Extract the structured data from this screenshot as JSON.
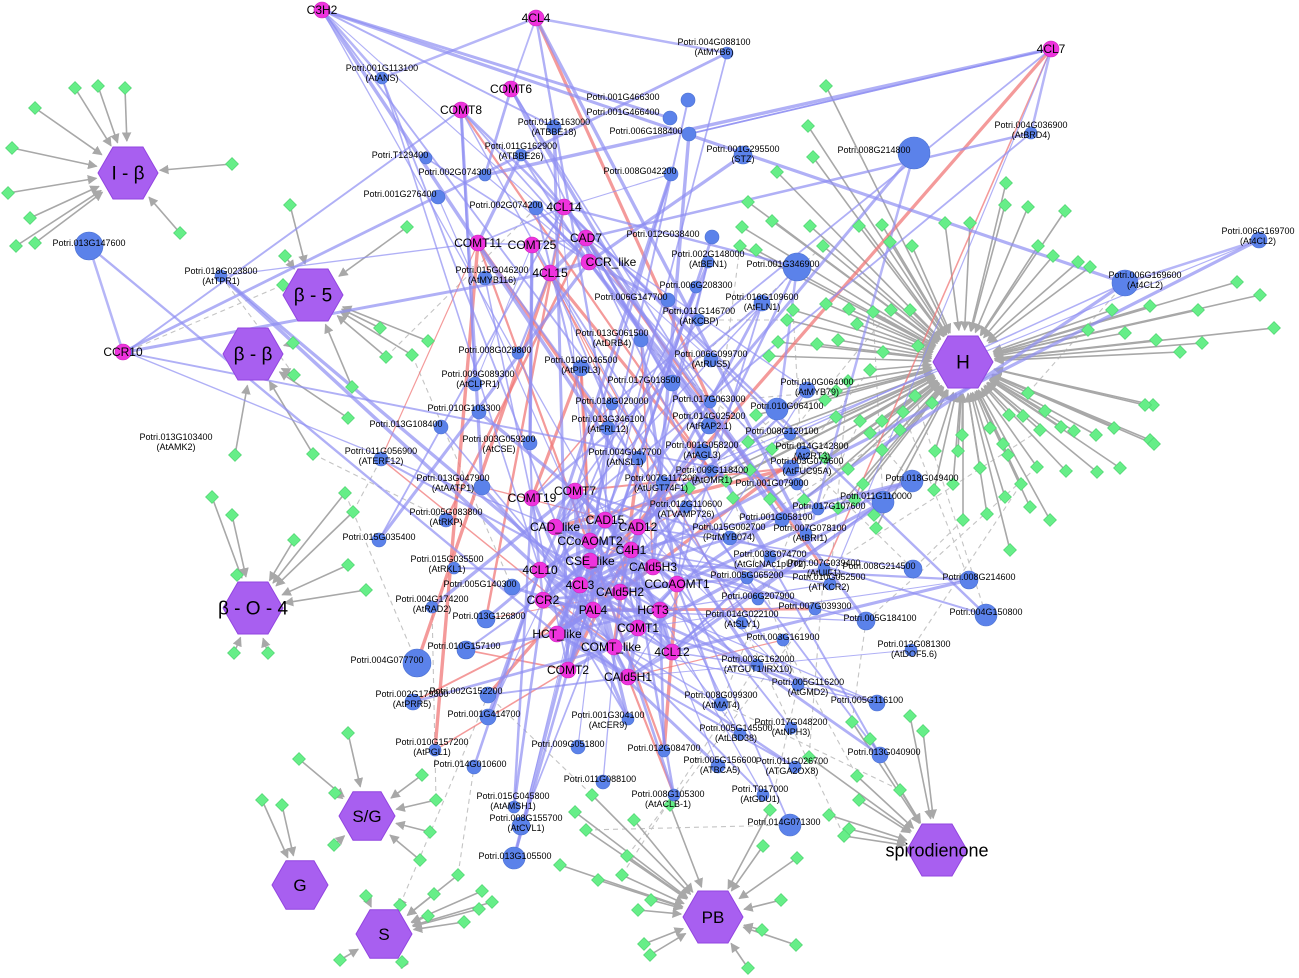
{
  "colors": {
    "hub": "#a85ff0",
    "hub_stroke": "#9245e0",
    "enzyme": "#ee33dd",
    "gene": "#5b82ea",
    "metabolite": "#66ee88",
    "edge_blue": "#8f8ff2",
    "edge_red": "#f07878",
    "edge_grey": "#a8a8a8",
    "edge_dashed": "#c4c4c4",
    "background": "#ffffff"
  },
  "hubs": [
    {
      "id": "i_beta",
      "label": "I - β"
    },
    {
      "id": "beta5",
      "label": "β - 5"
    },
    {
      "id": "betabeta",
      "label": "β - β"
    },
    {
      "id": "betaO4",
      "label": "β - O - 4"
    },
    {
      "id": "H",
      "label": "H"
    },
    {
      "id": "SG",
      "label": "S/G"
    },
    {
      "id": "G",
      "label": "G"
    },
    {
      "id": "S",
      "label": "S"
    },
    {
      "id": "PB",
      "label": "PB"
    },
    {
      "id": "spiro",
      "label": "spirodienone"
    }
  ],
  "enzymes": [
    "C3H2",
    "4CL4",
    "4CL7",
    "COMT6",
    "COMT8",
    "4CL14",
    "COMT11",
    "COMT25",
    "CAD7",
    "CCR_like",
    "4CL15",
    "CCR10",
    "COMT19",
    "COMT7",
    "CAD15",
    "CAD12",
    "CAD_like",
    "CCoAOMT2",
    "C4H1",
    "CSE_like",
    "CAld5H3",
    "4CL10",
    "4CL3",
    "CAld5H2",
    "CCoAOMT1",
    "CCR2",
    "PAL4",
    "HCT3",
    "COMT1",
    "HCT_like",
    "COMT_like",
    "4CL12",
    "COMT2",
    "CAld5H1"
  ],
  "genes": [
    {
      "name": "Potri.001G113100",
      "alias": "(AtANS)"
    },
    {
      "name": "Potri.004G088100",
      "alias": "(AtMYB6)"
    },
    {
      "name": "Potri.004G036900",
      "alias": "(AtBRD4)"
    },
    {
      "name": "Potri.001G466300",
      "alias": ""
    },
    {
      "name": "Potri.001G466400",
      "alias": ""
    },
    {
      "name": "Potri.011G163000",
      "alias": "(ATBBE18)"
    },
    {
      "name": "Potri.011G162900",
      "alias": "(ATBBE26)"
    },
    {
      "name": "Potri.006G188400",
      "alias": ""
    },
    {
      "name": "Potri.001G295500",
      "alias": "(STZ)"
    },
    {
      "name": "Potri.008G214800",
      "alias": ""
    },
    {
      "name": "Potri.T129400",
      "alias": ""
    },
    {
      "name": "Potri.002G074300",
      "alias": ""
    },
    {
      "name": "Potri.008G042200",
      "alias": ""
    },
    {
      "name": "Potri.001G276400",
      "alias": ""
    },
    {
      "name": "Potri.002G074200",
      "alias": ""
    },
    {
      "name": "Potri.012G038400",
      "alias": ""
    },
    {
      "name": "Potri.013G147600",
      "alias": ""
    },
    {
      "name": "Potri.006G169700",
      "alias": "(At4CL2)"
    },
    {
      "name": "Potri.002G148000",
      "alias": "(AtBEN1)"
    },
    {
      "name": "Potri.018G023800",
      "alias": "(AtTPR1)"
    },
    {
      "name": "Potri.015G046200",
      "alias": "(AtMYB116)"
    },
    {
      "name": "Potri.001G346900",
      "alias": ""
    },
    {
      "name": "Potri.006G169600",
      "alias": "(At4CL2)"
    },
    {
      "name": "Potri.006G208300",
      "alias": ""
    },
    {
      "name": "Potri.006G147700",
      "alias": ""
    },
    {
      "name": "Potri.016G109600",
      "alias": "(AtFLN1)"
    },
    {
      "name": "Potri.011G146700",
      "alias": "(AtKCBP)"
    },
    {
      "name": "Potri.013G061500",
      "alias": "(AtDRB4)"
    },
    {
      "name": "Potri.008G029800",
      "alias": ""
    },
    {
      "name": "Potri.010G046500",
      "alias": "(AtPIRL3)"
    },
    {
      "name": "Potri.006G099700",
      "alias": "(AtRUS5)"
    },
    {
      "name": "Potri.009G089300",
      "alias": "(AtCLPR1)"
    },
    {
      "name": "Potri.017G018500",
      "alias": ""
    },
    {
      "name": "Potri.010G064000",
      "alias": "(AtMYB79)"
    },
    {
      "name": "Potri.010G103300",
      "alias": ""
    },
    {
      "name": "Potri.017G063000",
      "alias": ""
    },
    {
      "name": "Potri.018G020000",
      "alias": ""
    },
    {
      "name": "Potri.010G064100",
      "alias": ""
    },
    {
      "name": "Potri.013G108400",
      "alias": ""
    },
    {
      "name": "Potri.013G346100",
      "alias": "(AtFRL12)"
    },
    {
      "name": "Potri.014G025200",
      "alias": "(AtRAP2.1)"
    },
    {
      "name": "Potri.008G120100",
      "alias": ""
    },
    {
      "name": "Potri.003G059200",
      "alias": "(AtCSE)"
    },
    {
      "name": "Potri.001G058200",
      "alias": "(AtAGL3)"
    },
    {
      "name": "Potri.014G142800",
      "alias": "(At2RT3)"
    },
    {
      "name": "Potri.011G056900",
      "alias": "(ATERF12)"
    },
    {
      "name": "Potri.004G047700",
      "alias": "(AtNSL1)"
    },
    {
      "name": "Potri.003G074600",
      "alias": "(AtFUC95A)"
    },
    {
      "name": "Potri.009G118400",
      "alias": "(AtOMR1)"
    },
    {
      "name": "Potri.018G049400",
      "alias": ""
    },
    {
      "name": "Potri.013G047900",
      "alias": "(AtAATP1)"
    },
    {
      "name": "Potri.007G117200",
      "alias": "(AtUGT74F1)"
    },
    {
      "name": "Potri.001G079000",
      "alias": ""
    },
    {
      "name": "Potri.011G110000",
      "alias": ""
    },
    {
      "name": "Potri.017G107600",
      "alias": ""
    },
    {
      "name": "Potri.012G110600",
      "alias": "(ATVAMP726)"
    },
    {
      "name": "Potri.001G058100",
      "alias": ""
    },
    {
      "name": "Potri.005G083800",
      "alias": "(AtRKP)"
    },
    {
      "name": "Potri.007G078100",
      "alias": "(AtBRI1)"
    },
    {
      "name": "Potri.015G002700",
      "alias": "(PtrMYB074)"
    },
    {
      "name": "Potri.015G035400",
      "alias": ""
    },
    {
      "name": "Potri.003G074700",
      "alias": "(AtGlcNAc1pUT2)"
    },
    {
      "name": "Potri.007G039400",
      "alias": "(AtUIF1)"
    },
    {
      "name": "Potri.015G035500",
      "alias": "(AtRKL1)"
    },
    {
      "name": "Potri.008G214500",
      "alias": ""
    },
    {
      "name": "Potri.005G065200",
      "alias": ""
    },
    {
      "name": "Potri.010G052500",
      "alias": "(ATKCR2)"
    },
    {
      "name": "Potri.008G214600",
      "alias": ""
    },
    {
      "name": "Potri.005G140300",
      "alias": ""
    },
    {
      "name": "Potri.004G174200",
      "alias": "(AtRAD2)"
    },
    {
      "name": "Potri.006G207900",
      "alias": ""
    },
    {
      "name": "Potri.007G039300",
      "alias": ""
    },
    {
      "name": "Potri.013G126800",
      "alias": ""
    },
    {
      "name": "Potri.014G022100",
      "alias": "(AtSLY1)"
    },
    {
      "name": "Potri.005G184100",
      "alias": ""
    },
    {
      "name": "Potri.004G150800",
      "alias": ""
    },
    {
      "name": "Potri.010G157100",
      "alias": ""
    },
    {
      "name": "Potri.003G161900",
      "alias": ""
    },
    {
      "name": "Potri.012G081300",
      "alias": "(AtDOF5.6)"
    },
    {
      "name": "Potri.004G077700",
      "alias": ""
    },
    {
      "name": "Potri.003G162000",
      "alias": "(ATGUT1/IRX10)"
    },
    {
      "name": "Potri.002G179800",
      "alias": "(AtPRR5)"
    },
    {
      "name": "Potri.002G152200",
      "alias": ""
    },
    {
      "name": "Potri.005G116200",
      "alias": "(AtGMD2)"
    },
    {
      "name": "Potri.008G099300",
      "alias": "(AtMAT4)"
    },
    {
      "name": "Potri.005G116100",
      "alias": ""
    },
    {
      "name": "Potri.001G414700",
      "alias": ""
    },
    {
      "name": "Potri.001G304100",
      "alias": "(AtCER9)"
    },
    {
      "name": "Potri.005G145500",
      "alias": "(AtLBD38)"
    },
    {
      "name": "Potri.017G048200",
      "alias": "(AtNPH3)"
    },
    {
      "name": "Potri.010G157200",
      "alias": "(AtPGL1)"
    },
    {
      "name": "Potri.009G051800",
      "alias": ""
    },
    {
      "name": "Potri.012G084700",
      "alias": ""
    },
    {
      "name": "Potri.013G040900",
      "alias": ""
    },
    {
      "name": "Potri.014G010600",
      "alias": ""
    },
    {
      "name": "Potri.005G156600",
      "alias": "(ATBCA5)"
    },
    {
      "name": "Potri.011G026700",
      "alias": "(ATGA2OX8)"
    },
    {
      "name": "Potri.011G088100",
      "alias": ""
    },
    {
      "name": "Potri.008G105300",
      "alias": "(AtACLB-1)"
    },
    {
      "name": "Potri.T017000",
      "alias": "(AtGDU1)"
    },
    {
      "name": "Potri.015G045800",
      "alias": "(AtAMSH1)"
    },
    {
      "name": "Potri.008G155700",
      "alias": "(AtCVL1)"
    },
    {
      "name": "Potri.014G071300",
      "alias": ""
    },
    {
      "name": "Potri.013G105500",
      "alias": ""
    },
    {
      "name": "Potri.013G103400",
      "alias": "(AtAMK2)"
    }
  ]
}
